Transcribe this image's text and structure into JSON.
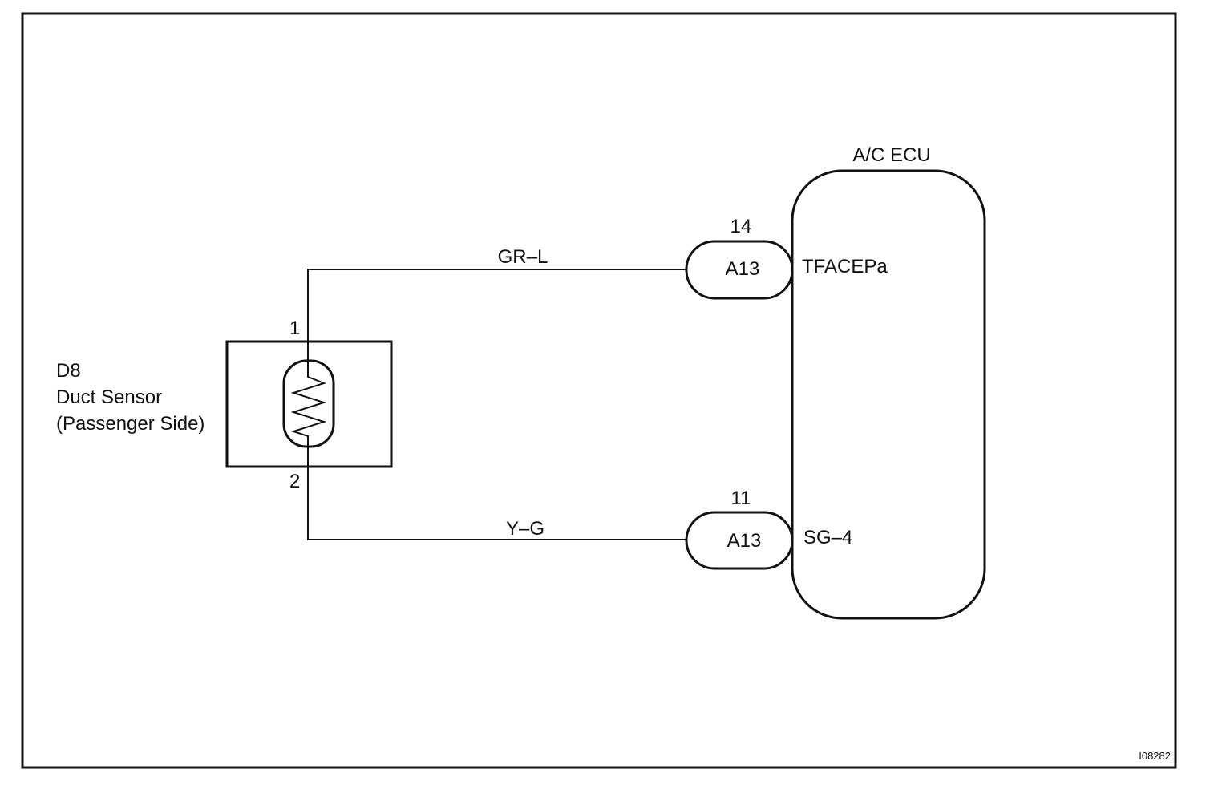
{
  "diagram": {
    "sensor": {
      "code": "D8",
      "name": "Duct Sensor",
      "side": "(Passenger Side)",
      "pin_top": "1",
      "pin_bottom": "2"
    },
    "wires": {
      "top_color": "GR–L",
      "bottom_color": "Y–G"
    },
    "connectors": {
      "top_name": "A13",
      "top_pin": "14",
      "bottom_name": "A13",
      "bottom_pin": "11"
    },
    "ecu": {
      "title": "A/C ECU",
      "terminal_top": "TFACEPa",
      "terminal_bottom": "SG–4"
    },
    "figure_id": "I08282"
  }
}
